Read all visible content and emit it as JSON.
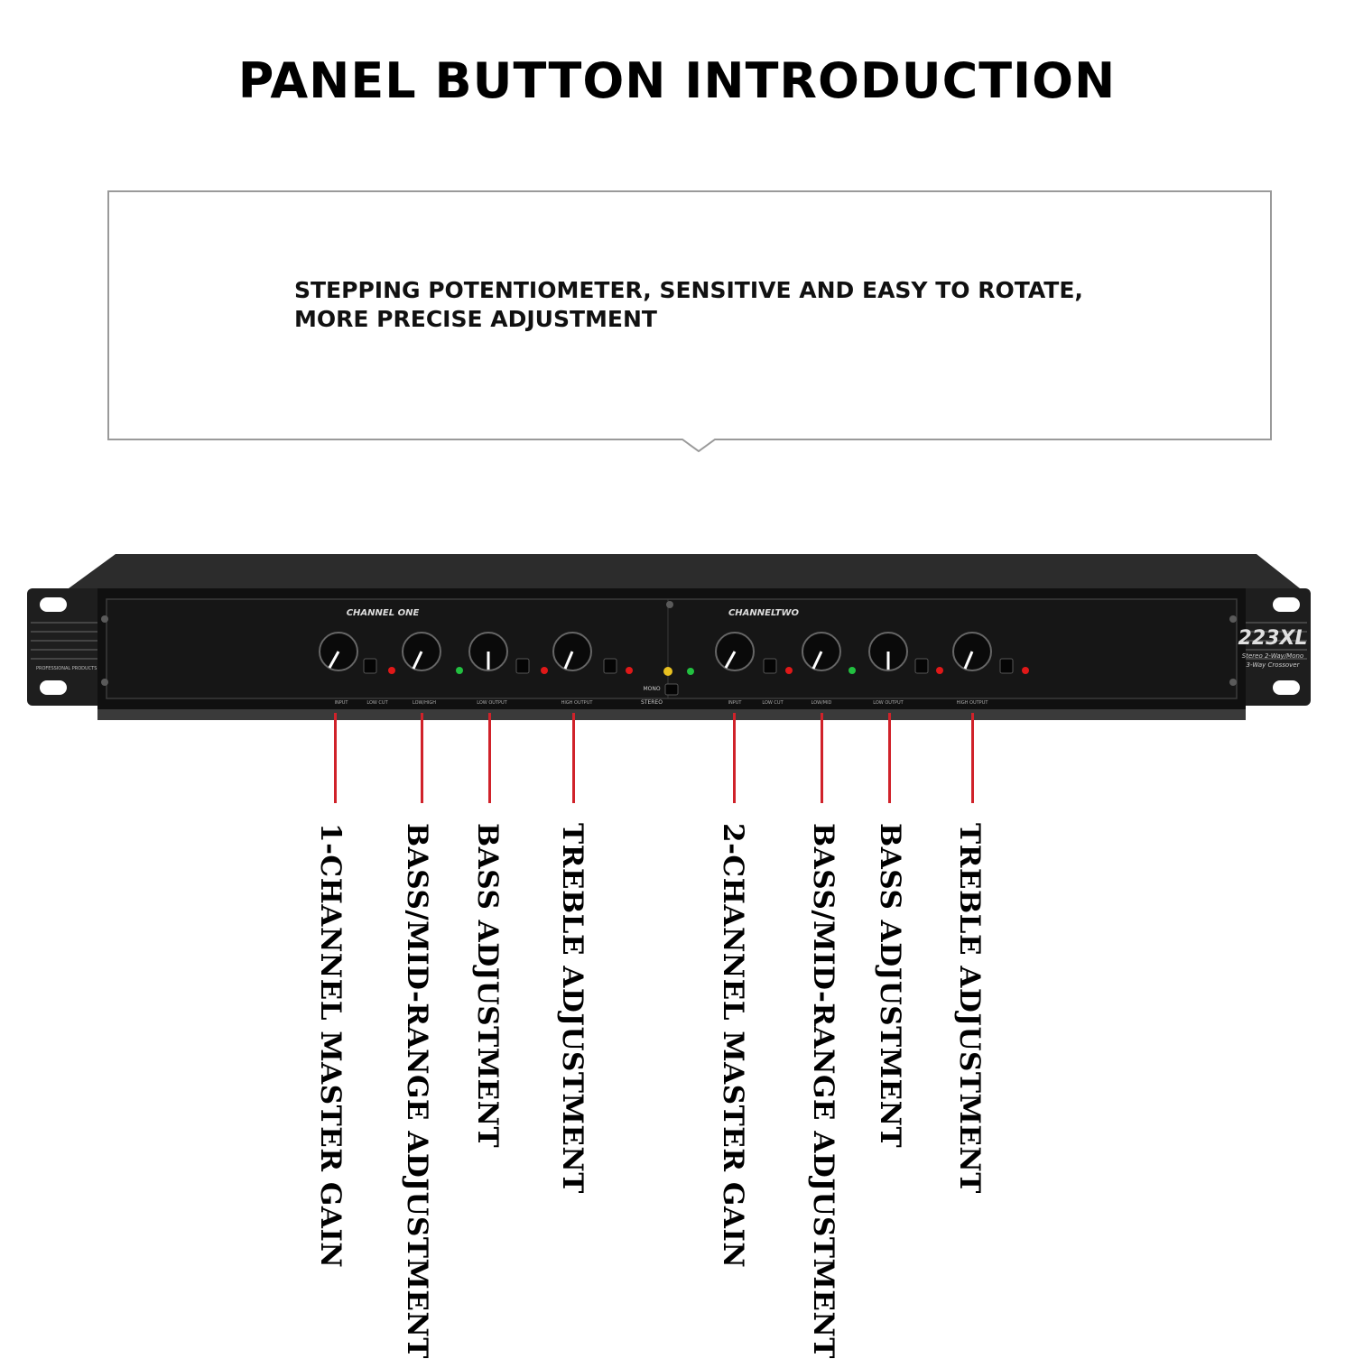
{
  "title": "PANEL BUTTON INTRODUCTION",
  "callout": {
    "line1": "STEPPING POTENTIOMETER, SENSITIVE AND EASY TO ROTATE,",
    "line2": "MORE PRECISE ADJUSTMENT"
  },
  "device": {
    "channel_one": "CHANNEL ONE",
    "channel_two": "CHANNELTWO",
    "model": "223XL",
    "model_sub1": "Stereo 2-Way/Mono",
    "model_sub2": "3-Way Crossover",
    "brand_small": "PROFESSIONAL PRODUCTS",
    "mono": "MONO",
    "stereo": "STEREO",
    "ch1_sections": [
      "INPUT",
      "LOW CUT",
      "LOW/HIGH",
      "LOW OUTPUT",
      "HIGH OUTPUT"
    ],
    "ch2_sections": [
      "INPUT",
      "LOW CUT",
      "LOW/MID",
      "LOW OUTPUT",
      "HIGH OUTPUT"
    ],
    "colors": {
      "panel": "#151515",
      "chassis": "#2a2a2a",
      "led_red": "#e01818",
      "led_green": "#22c040",
      "led_yellow": "#e8c020",
      "lead": "#d0222a"
    }
  },
  "labels": [
    {
      "text": "1-CHANNEL MASTER GAIN"
    },
    {
      "text": "BASS/MID-RANGE ADJUSTMENT"
    },
    {
      "text": "BASS ADJUSTMENT"
    },
    {
      "text": "TREBLE ADJUSTMENT"
    },
    {
      "text": "2-CHANNEL MASTER GAIN"
    },
    {
      "text": "BASS/MID-RANGE ADJUSTMENT"
    },
    {
      "text": "BASS ADJUSTMENT"
    },
    {
      "text": "TREBLE ADJUSTMENT"
    }
  ]
}
